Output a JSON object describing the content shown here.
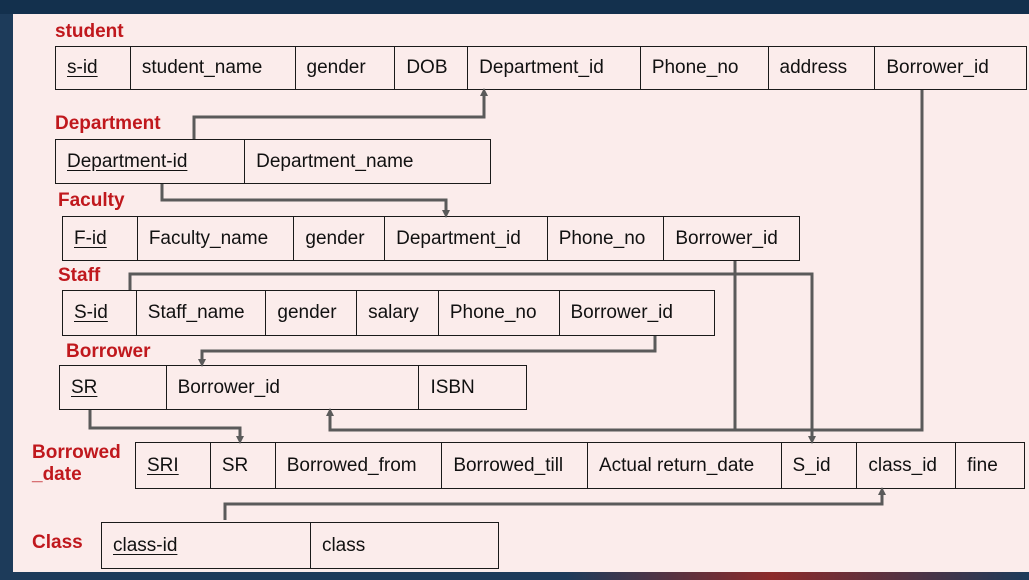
{
  "tables": {
    "student": {
      "label": "student",
      "cols": [
        "s-id",
        "student_name",
        "gender",
        "DOB",
        "Department_id",
        "Phone_no",
        "address",
        "Borrower_id"
      ]
    },
    "department": {
      "label": "Department",
      "cols": [
        "Department-id",
        "Department_name"
      ]
    },
    "faculty": {
      "label": "Faculty",
      "cols": [
        "F-id",
        "Faculty_name",
        "gender",
        "Department_id",
        "Phone_no",
        "Borrower_id"
      ]
    },
    "staff": {
      "label": "Staff",
      "cols": [
        "S-id",
        "Staff_name",
        "gender",
        "salary",
        "Phone_no",
        "Borrower_id"
      ]
    },
    "borrower": {
      "label": "Borrower",
      "cols": [
        "SR",
        "Borrower_id",
        "ISBN"
      ]
    },
    "borrowed_date": {
      "label": "Borrowed\n_date",
      "cols": [
        "SRI",
        "SR",
        "Borrowed_from",
        "Borrowed_till",
        "Actual return_date",
        "S_id",
        "class_id",
        "fine"
      ]
    },
    "class": {
      "label": "Class",
      "cols": [
        "class-id",
        "class"
      ]
    }
  },
  "colors": {
    "label": "#c0181d",
    "line": "#5a5a5a",
    "background": "#fbeceb"
  }
}
